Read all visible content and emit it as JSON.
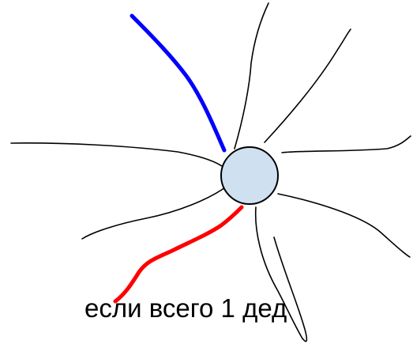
{
  "caption": "если всего 1 дед",
  "colors": {
    "background": "#ffffff",
    "line": "#000000",
    "highlight_up": "#0000ff",
    "highlight_down": "#ff0000",
    "node_fill": "#cfe0f1",
    "node_stroke": "#000000"
  },
  "icons": {
    "node": "circle",
    "lines": "hand-drawn-curves"
  }
}
